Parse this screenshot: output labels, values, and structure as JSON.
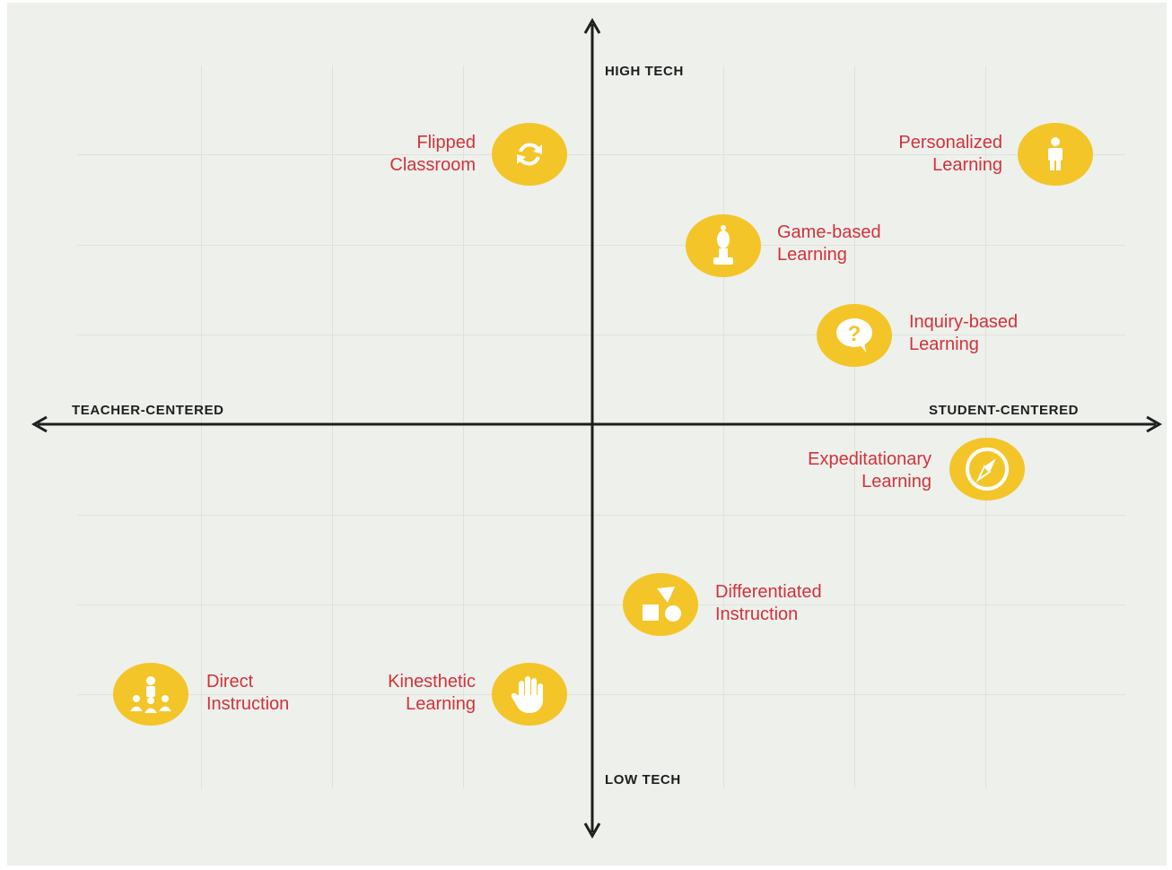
{
  "axes": {
    "top": "HIGH TECH",
    "bottom": "LOW TECH",
    "left": "TEACHER-CENTERED",
    "right": "STUDENT-CENTERED"
  },
  "colors": {
    "background": "#eef0ec",
    "badge": "#f3c528",
    "label": "#d2323a",
    "axis": "#1e1e1e",
    "grid": "#dfe1dc"
  },
  "strategies": [
    {
      "id": "flipped",
      "label": "Flipped\nClassroom",
      "icon": "refresh-arrows-icon"
    },
    {
      "id": "personalized",
      "label": "Personalized\nLearning",
      "icon": "person-icon"
    },
    {
      "id": "game",
      "label": "Game-based\nLearning",
      "icon": "chess-bishop-icon"
    },
    {
      "id": "inquiry",
      "label": "Inquiry-based\nLearning",
      "icon": "question-bubble-icon"
    },
    {
      "id": "expeditionary",
      "label": "Expeditatiоnary\nLearning",
      "icon": "compass-icon"
    },
    {
      "id": "differentiated",
      "label": "Differentiated\nInstruction",
      "icon": "shapes-icon"
    },
    {
      "id": "direct",
      "label": "Direct\nInstruction",
      "icon": "group-presenter-icon"
    },
    {
      "id": "kinesthetic",
      "label": "Kinesthetic\nLearning",
      "icon": "hand-icon"
    }
  ]
}
